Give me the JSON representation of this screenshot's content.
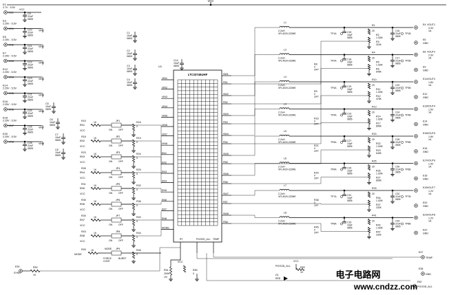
{
  "top_net": "VCC",
  "ic": {
    "ref": "U1",
    "part": "LTC3374EUHF",
    "left_pins": [
      "VIN1",
      "VIN2",
      "VIN3",
      "VIN4",
      "VIN5",
      "VIN6",
      "VIN7",
      "VIN8",
      "EN1",
      "EN2",
      "EN3",
      "EN4",
      "EN5",
      "EN6",
      "EN7",
      "EN8",
      "MODE"
    ],
    "right_pins": [
      "SW1",
      "SW2",
      "SW3",
      "SW4",
      "SW5",
      "SW6",
      "SW7",
      "SW8"
    ],
    "fb_pins": [
      "FB1",
      "FB2",
      "FB3",
      "FB4",
      "FB5",
      "FB6",
      "FB7",
      "FB8"
    ],
    "bottom_pins": [
      "RT",
      "PGOOD_ALL",
      "TEMP"
    ]
  },
  "inputs": [
    {
      "jack": "E1",
      "net": "VCC",
      "range": "2.7V - 5.5V",
      "cap": "C9",
      "cap_val": "22uF",
      "cap_pkg": "0805"
    },
    {
      "jack": "E3",
      "net": "VIN1",
      "range": "2.25V - 5.5V",
      "cap": "C10",
      "cap_val": "22uF",
      "cap_pkg": "0805"
    },
    {
      "jack": "E5",
      "net": "VIN2",
      "range": "2.25V - 5.5V",
      "cap": "C11",
      "cap_val": "22uF",
      "cap_pkg": "0805"
    },
    {
      "jack": "E7",
      "net": "VIN3",
      "range": "2.25V - 5.5V",
      "cap": "C12",
      "cap_val": "22uF",
      "cap_pkg": "0805"
    },
    {
      "jack": "E12",
      "net": "VIN4",
      "range": "2.25V - 5.5V",
      "cap": "C13",
      "cap_val": "22uF",
      "cap_pkg": "0805"
    },
    {
      "jack": "E14",
      "net": "VIN5",
      "range": "2.25V - 5.5V",
      "cap": "C21",
      "cap_val": "22uF",
      "cap_pkg": "0805"
    },
    {
      "jack": "E16",
      "net": "VIN6",
      "range": "2.25V - 5.5V",
      "cap": "C22",
      "cap_val": "22uF",
      "cap_pkg": "0805"
    },
    {
      "jack": "E18",
      "net": "VIN7",
      "range": "2.25V - 5.5V",
      "cap": "C25",
      "cap_val": "22uF",
      "cap_pkg": "0805"
    },
    {
      "jack": "E20",
      "net": "VIN8",
      "range": "2.25V - 5.5V",
      "cap": "C26",
      "cap_val": "22uF",
      "cap_pkg": "0805"
    }
  ],
  "bypass_caps": [
    {
      "ref": "C1",
      "val": "10uF",
      "pkg": "0805"
    },
    {
      "ref": "C2",
      "val": "10uF",
      "pkg": "0805"
    },
    {
      "ref": "C3",
      "val": "10uF",
      "pkg": "0805"
    },
    {
      "ref": "C4",
      "val": "10uF",
      "pkg": "0805"
    },
    {
      "ref": "C5",
      "val": "10uF",
      "pkg": "0805"
    },
    {
      "ref": "C6",
      "val": "10uF",
      "pkg": "0805"
    },
    {
      "ref": "C7",
      "val": "10uF",
      "pkg": "0805"
    },
    {
      "ref": "C8",
      "val": "10uF",
      "pkg": "0805"
    },
    {
      "ref": "C14",
      "val": "10uF",
      "pkg": "0805"
    }
  ],
  "enables": [
    {
      "label": "EN1",
      "r_top": "R15",
      "r_top_val": "1K",
      "jp": "JP1",
      "r_bot": "R16",
      "r_bot_val": "0"
    },
    {
      "label": "EN2",
      "r_top": "R18",
      "r_top_val": "1K",
      "jp": "JP2",
      "r_bot": "R19",
      "r_bot_val": "0"
    },
    {
      "label": "EN3",
      "r_top": "R23",
      "r_top_val": "1K",
      "jp": "JP3",
      "r_bot": "R24",
      "r_bot_val": "0"
    },
    {
      "label": "EN4",
      "r_top": "R28",
      "r_top_val": "1K",
      "jp": "JP4",
      "r_bot": "R29",
      "r_bot_val": "0"
    },
    {
      "label": "EN5",
      "r_top": "R31",
      "r_top_val": "1K",
      "jp": "JP5",
      "r_bot": "R32",
      "r_bot_val": "0"
    },
    {
      "label": "EN6",
      "r_top": "R35",
      "r_top_val": "1K",
      "jp": "JP6",
      "r_bot": "R36",
      "r_bot_val": "0"
    },
    {
      "label": "EN7",
      "r_top": "R39",
      "r_top_val": "1K",
      "jp": "JP7",
      "r_bot": "R40",
      "r_bot_val": "0"
    },
    {
      "label": "EN8",
      "r_top": "R43",
      "r_top_val": "1K",
      "jp": "JP8",
      "r_bot": "R44",
      "r_bot_val": "0"
    }
  ],
  "jumper_on": "ON",
  "jumper_off": "OFF",
  "vcc_label": "VCC",
  "mode": {
    "label": "MODE",
    "r": "R45",
    "r_val": "1K",
    "jp": "JP9",
    "jp_top": "MODE",
    "jp_left": "FORCE",
    "jp_left2": "CONT",
    "jp_right": "BURST",
    "r2": "R46",
    "r2_val": "0"
  },
  "sync": {
    "jack": "E39",
    "label": "SYNC",
    "r": "R52",
    "r_val": "1K"
  },
  "rt": {
    "r": "R51",
    "r_val": "200K",
    "pct": "1%"
  },
  "temp_r": {
    "r": "R50",
    "r_val": "0"
  },
  "pgood": {
    "label": "PGOOD_ALL",
    "r": "R53",
    "r_val": "1K",
    "led": "D1",
    "led_color": "RED",
    "jack": "E40",
    "vcc": "VCC"
  },
  "temp": {
    "jack": "E37",
    "label": "TEMP",
    "jack2": "E38",
    "gnd": "GND"
  },
  "outputs": [
    {
      "L": "L1",
      "Lval": "2.2uH",
      "Lpart": "XFL4020-222ME",
      "tp": "TP1A",
      "tp2": "TP1B",
      "c_ff": "C15",
      "cff_val": "10pF",
      "cff_pkg": "0805",
      "r_top": "R1",
      "r_top_val": "20",
      "r_fb": "R2",
      "r_fb_val": "1.02M",
      "r_bot": "R3",
      "r_bot_val": "324K",
      "c_out": "C16",
      "cout_val": "22uF",
      "cout_pkg": "0805",
      "jack": "E4",
      "net": "VOUT1",
      "v": "3.3V",
      "i": "1A",
      "gnd_jack": "E5"
    },
    {
      "L": "L2",
      "Lval": "2.2uH",
      "Lpart": "XFL4020-222ME",
      "tp": "TP2A",
      "tp2": "TP2B",
      "c_ff": "C18",
      "cff_val": "10pF",
      "cff_pkg": "0805",
      "r_top": "R4",
      "r_top_val": "20",
      "r_fb": "R5",
      "r_fb_val": "1.02M",
      "r_bot": "R6",
      "r_bot_val": "649K",
      "c_out": "C17",
      "cout_val": "22uF",
      "cout_pkg": "0805",
      "jack": "E8",
      "net": "VOUT2",
      "v": "2.5V",
      "i": "1A",
      "gnd_jack": "E9",
      "opt": "R8",
      "opt_val": "0",
      "opt_tag": "OPT"
    },
    {
      "L": "L3",
      "Lval": "2.2uH",
      "Lpart": "XFL4020-222ME",
      "tp": "TP3A",
      "tp2": "TP3B",
      "c_ff": "C19",
      "cff_val": "10pF",
      "cff_pkg": "0805",
      "r_top": "R10",
      "r_top_val": "20",
      "r_fb": "R11",
      "r_fb_val": "1.02M",
      "r_bot": "R12",
      "r_bot_val": "475K",
      "c_out": "C20",
      "cout_val": "22uF",
      "cout_pkg": "0805",
      "jack": "E11",
      "net": "VOUT3",
      "v": "1.8V",
      "i": "1A",
      "gnd_jack": "E12",
      "opt": "R9",
      "opt_val": "0",
      "opt_tag": "OPT"
    },
    {
      "L": "L4",
      "Lval": "2.2uH",
      "Lpart": "XFL4020-222ME",
      "tp": "TP4A",
      "tp2": "TP4B",
      "c_ff": "C23",
      "cff_val": "10pF",
      "cff_pkg": "0805",
      "r_top": "R13",
      "r_top_val": "20",
      "r_fb": "R14",
      "r_fb_val": "1.02M",
      "r_bot": "R17",
      "r_bot_val": "806K",
      "c_out": "C24",
      "cout_val": "22uF",
      "cout_pkg": "0805",
      "jack": "E13",
      "net": "VOUT4",
      "v": "1.5V",
      "i": "1A",
      "gnd_jack": "E14",
      "opt": "R16",
      "opt_val": "0",
      "opt_tag": "OPT"
    },
    {
      "L": "L5",
      "Lval": "2.2uH",
      "Lpart": "XFL4020-222ME",
      "tp": "TP5A",
      "tp2": "TP5B",
      "c_ff": "C27",
      "cff_val": "10pF",
      "cff_pkg": "0805",
      "r_top": "R20",
      "r_top_val": "20",
      "r_fb": "R22",
      "r_fb_val": "1.02M",
      "r_bot": "R23",
      "r_bot_val": "649K",
      "c_out": "C28",
      "cout_val": "22uF",
      "cout_pkg": "0805",
      "jack": "E15",
      "net": "VOUT5",
      "v": "1.8V",
      "i": "1A",
      "gnd_jack": "E16",
      "opt": "R21",
      "opt_val": "0",
      "opt_tag": "OPT"
    },
    {
      "L": "L6",
      "Lval": "2.2uH",
      "Lpart": "XFL4020-222ME",
      "tp": "TP6A",
      "tp2": "TP6B",
      "c_ff": "C29",
      "cff_val": "10pF",
      "cff_pkg": "0805",
      "r_top": "R25",
      "r_top_val": "20",
      "r_fb": "R26",
      "r_fb_val": "1.02M",
      "r_bot": "R27",
      "r_bot_val": "806K",
      "c_out": "C30",
      "cout_val": "22uF",
      "cout_pkg": "0805",
      "jack": "E17",
      "net": "VOUT6",
      "v": "1.5V",
      "i": "1A",
      "gnd_jack": "E18",
      "opt": "R29",
      "opt_val": "0",
      "opt_tag": "OPT"
    },
    {
      "L": "L7",
      "Lval": "2.2uH",
      "Lpart": "XFL4020-222ME",
      "tp": "TP7A",
      "tp2": "TP7B",
      "c_ff": "C31",
      "cff_val": "10pF",
      "cff_pkg": "0805",
      "r_top": "R33",
      "r_top_val": "20",
      "r_fb": "R34",
      "r_fb_val": "1.02M",
      "r_bot": "R37",
      "r_bot_val": "232K",
      "c_out": "C32",
      "cout_val": "22uF",
      "cout_pkg": "0805",
      "jack": "E19",
      "net": "VOUT7",
      "v": "1.2V",
      "i": "1A",
      "gnd_jack": "E20",
      "opt": "R38",
      "opt_val": "0",
      "opt_tag": "OPT"
    },
    {
      "L": "L8",
      "Lval": "2.2uH",
      "Lpart": "XFL4020-222ME",
      "tp": "TP8A",
      "tp2": "TP8B",
      "c_ff": "C33",
      "cff_val": "10pF",
      "cff_pkg": "0805",
      "r_top": "R41",
      "r_top_val": "20",
      "r_fb": "R42",
      "r_fb_val": "1.02M",
      "r_bot": "R47",
      "r_bot_val": "232K",
      "c_out": "C34",
      "cout_val": "22uF",
      "cout_pkg": "0805",
      "jack": "E21",
      "net": "VOUT8",
      "v": "1.2V",
      "i": "1A",
      "gnd_jack": "E22",
      "opt": "R45",
      "opt_val": "0",
      "opt_tag": "OPT"
    }
  ],
  "gnd_label": "GND",
  "watermark": {
    "cn": "电子电路网",
    "url": "www.cndzz.com"
  }
}
